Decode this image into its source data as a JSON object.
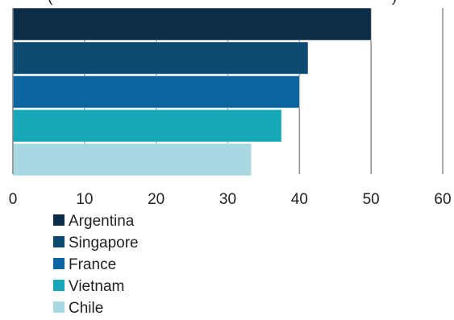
{
  "chart_data": {
    "type": "bar",
    "orientation": "horizontal",
    "title": "",
    "title_fragment": "(",
    "title_fragment_right": ")",
    "xlabel": "",
    "ylabel": "",
    "xlim": [
      0,
      60
    ],
    "x_ticks": [
      0,
      10,
      20,
      30,
      40,
      50,
      60
    ],
    "grid": true,
    "legend_position": "bottom",
    "series": [
      {
        "name": "Argentina",
        "value": 50,
        "color": "#0b2d48"
      },
      {
        "name": "Singapore",
        "value": 41.2,
        "color": "#0c4a72"
      },
      {
        "name": "France",
        "value": 40,
        "color": "#0e66a1"
      },
      {
        "name": "Vietnam",
        "value": 37.5,
        "color": "#17a8b8"
      },
      {
        "name": "Chile",
        "value": 33.3,
        "color": "#a8d8e2"
      }
    ]
  }
}
